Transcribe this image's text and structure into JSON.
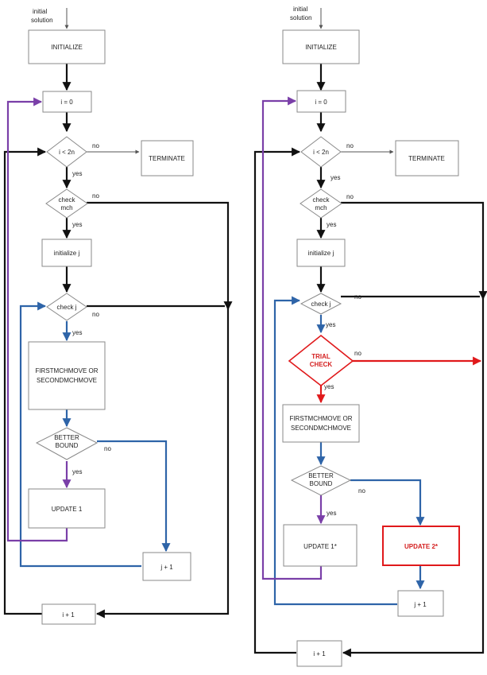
{
  "colors": {
    "black": "#111111",
    "purple": "#7a3fa8",
    "blue": "#2e64a8",
    "red": "#e0191b",
    "node_border": "#8a8a8a"
  },
  "left": {
    "input": [
      "initial",
      "solution"
    ],
    "initialize": "INITIALIZE",
    "i_zero": "i = 0",
    "i_cond": "i < 2n",
    "terminate": "TERMINATE",
    "check_mch": [
      "check",
      "mch"
    ],
    "initialize_j": "initialize j",
    "check_j": "check j",
    "move": [
      "FIRSTMCHMOVE OR",
      "SECONDMCHMOVE"
    ],
    "better_bound": [
      "BETTER",
      "BOUND"
    ],
    "update1": "UPDATE 1",
    "j_plus": "j + 1",
    "i_plus": "i + 1",
    "yes": "yes",
    "no": "no"
  },
  "right": {
    "input": [
      "initial",
      "solution"
    ],
    "initialize": "INITIALIZE",
    "i_zero": "i = 0",
    "i_cond": "i < 2n",
    "terminate": "TERMINATE",
    "check_mch": [
      "check",
      "mch"
    ],
    "initialize_j": "initialize j",
    "check_j": "check j",
    "trial_check": [
      "TRIAL",
      "CHECK"
    ],
    "move": [
      "FIRSTMCHMOVE OR",
      "SECONDMCHMOVE"
    ],
    "better_bound": [
      "BETTER",
      "BOUND"
    ],
    "update1": "UPDATE 1*",
    "update2": "UPDATE 2*",
    "j_plus": "j + 1",
    "i_plus": "i + 1",
    "yes": "yes",
    "no": "no"
  }
}
